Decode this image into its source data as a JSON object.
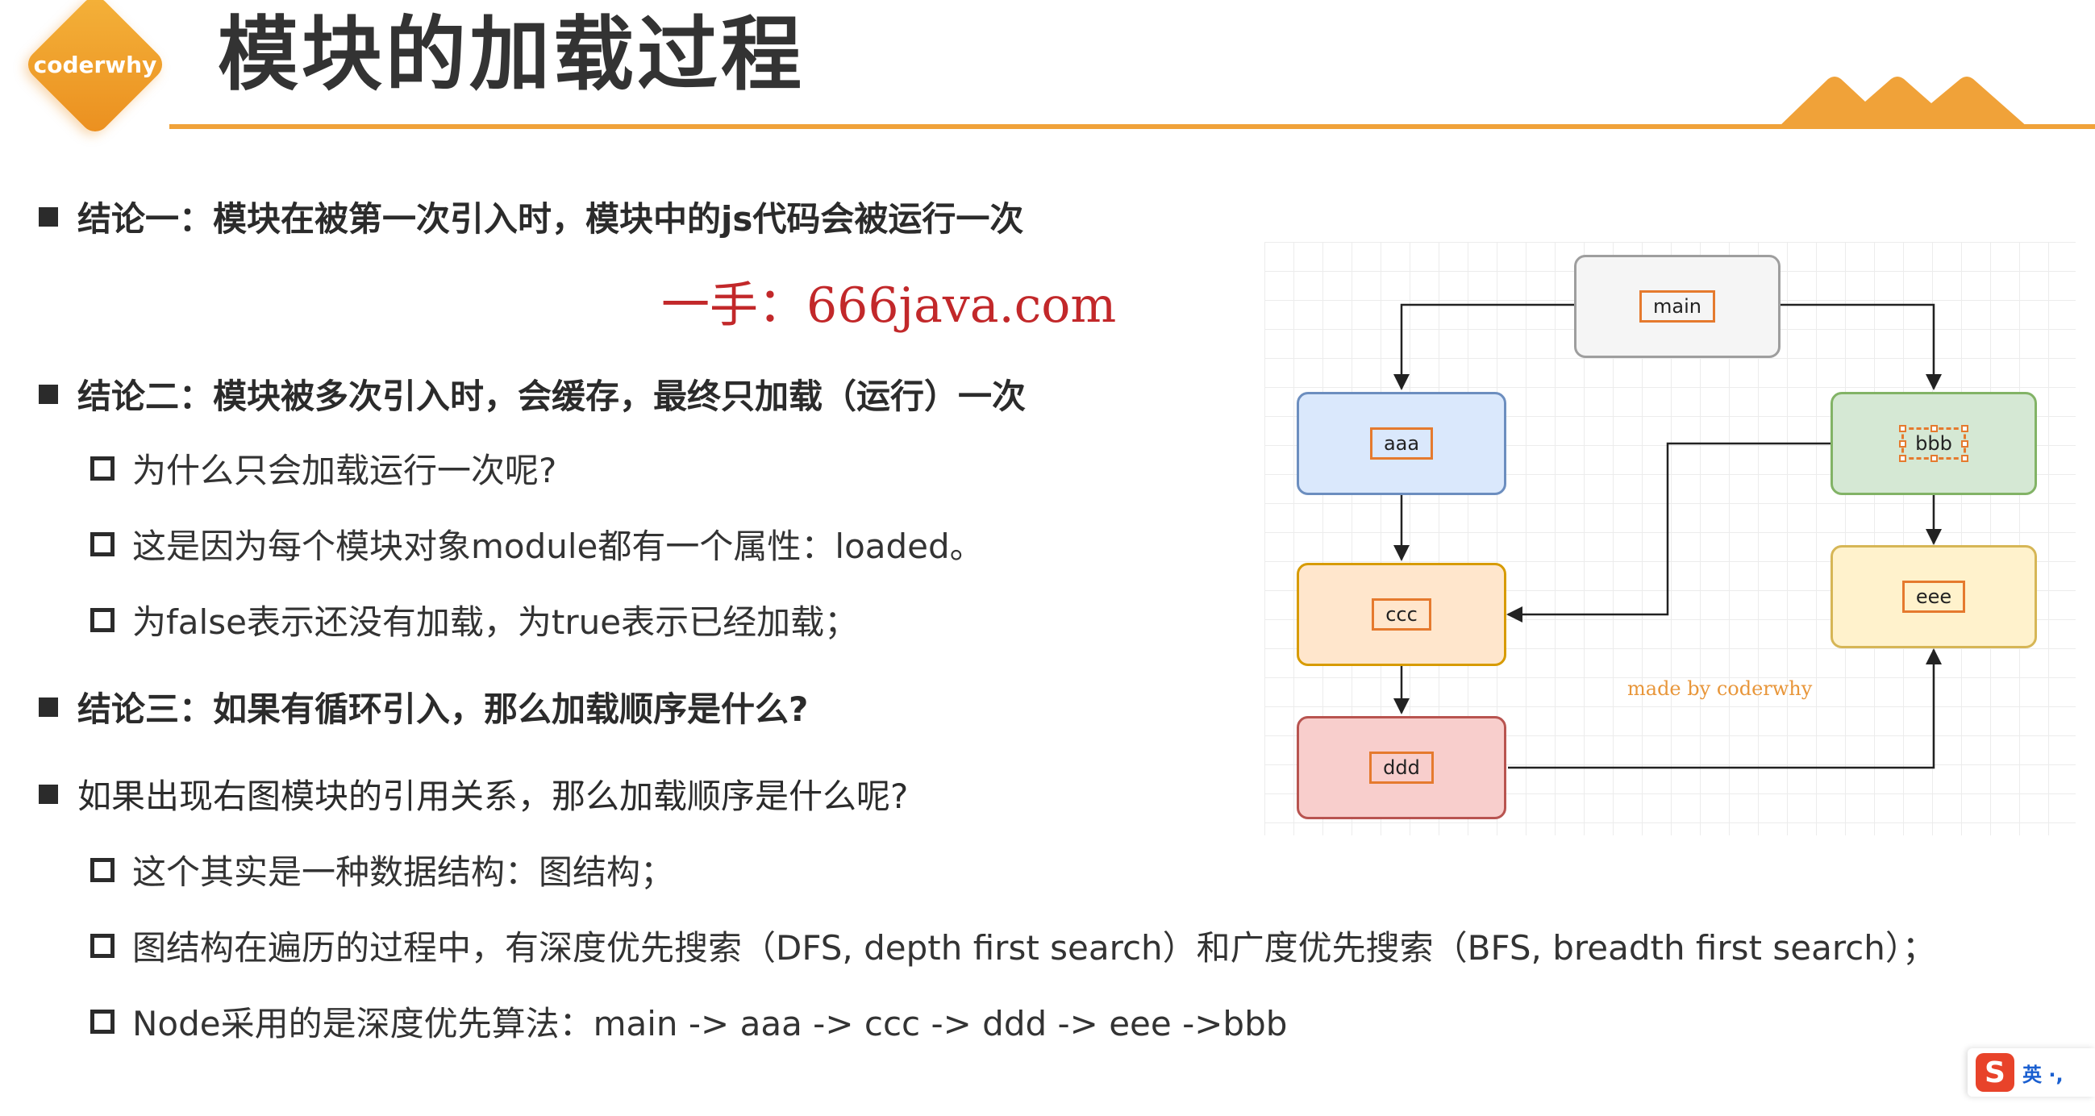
{
  "header": {
    "logo_text": "coderwhy",
    "title": "模块的加载过程"
  },
  "content": {
    "b1": "结论一：模块在被第一次引入时，模块中的js代码会被运行一次",
    "watermark": "一手：666java.com",
    "b2": "结论二：模块被多次引入时，会缓存，最终只加载（运行）一次",
    "b2_1": "为什么只会加载运行一次呢?",
    "b2_2": "这是因为每个模块对象module都有一个属性：loaded。",
    "b2_3": "为false表示还没有加载，为true表示已经加载；",
    "b3": "结论三：如果有循环引入，那么加载顺序是什么?",
    "b4": "如果出现右图模块的引用关系，那么加载顺序是什么呢?",
    "b4_1": "这个其实是一种数据结构：图结构；",
    "b4_2": "图结构在遍历的过程中，有深度优先搜索（DFS, depth first search）和广度优先搜索（BFS, breadth first search）；",
    "b4_3": "Node采用的是深度优先算法：main -> aaa -> ccc -> ddd -> eee ->bbb"
  },
  "diagram": {
    "nodes": {
      "main": "main",
      "aaa": "aaa",
      "bbb": "bbb",
      "ccc": "ccc",
      "eee": "eee",
      "ddd": "ddd"
    },
    "made_by": "made by coderwhy",
    "colors": {
      "main_fill": "#f5f5f5",
      "main_border": "#9e9e9e",
      "aaa_fill": "#dae8fc",
      "aaa_border": "#6c8ebf",
      "bbb_fill": "#d5e8d4",
      "bbb_border": "#82b366",
      "ccc_fill": "#ffe6cc",
      "ccc_border": "#d79b00",
      "eee_fill": "#fff2cc",
      "eee_border": "#d6b656",
      "ddd_fill": "#f8cecc",
      "ddd_border": "#b85450",
      "label_border": "#e57a2e"
    }
  },
  "ime": {
    "logo": "S",
    "text": "英 ·, "
  },
  "theme": {
    "accent": "#f0a239"
  }
}
